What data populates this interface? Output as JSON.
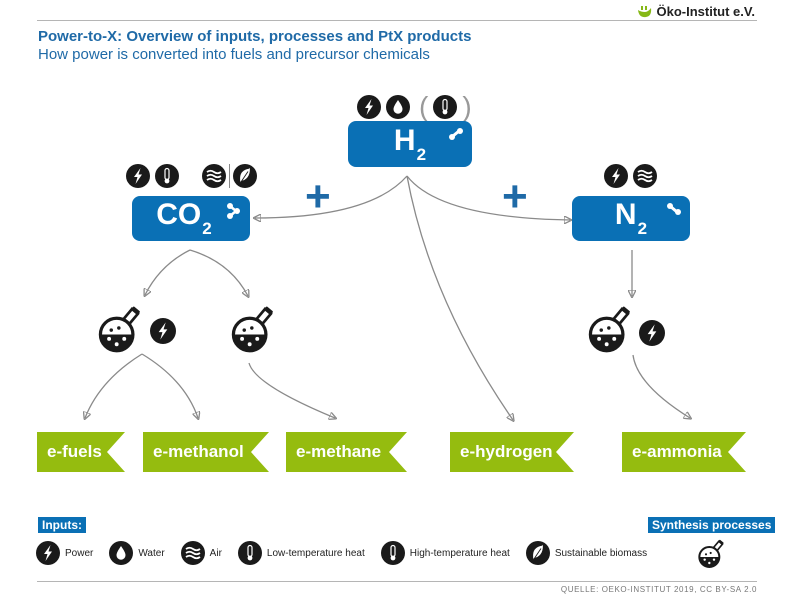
{
  "header": {
    "logo_text": "Öko-Institut e.V.",
    "title": "Power-to-X: Overview of inputs, processes and PtX products",
    "subtitle": "How power is converted into fuels and precursor chemicals"
  },
  "molecules": {
    "h2": {
      "symbol": "H",
      "subscript": "2",
      "inputs": [
        "power-icon",
        "water-icon",
        "(high-temperature-heat-icon)"
      ],
      "optional_note": "( )"
    },
    "co2": {
      "symbol": "CO",
      "subscript": "2",
      "inputs": [
        "power-icon",
        "low-temperature-heat-icon",
        "air-icon",
        "sustainable-biomass-icon"
      ]
    },
    "n2": {
      "symbol": "N",
      "subscript": "2",
      "inputs": [
        "power-icon",
        "air-icon"
      ]
    }
  },
  "operators": {
    "plus_left": "+",
    "plus_right": "+"
  },
  "products": [
    {
      "label": "e-fuels"
    },
    {
      "label": "e-methanol"
    },
    {
      "label": "e-methane"
    },
    {
      "label": "e-hydrogen"
    },
    {
      "label": "e-ammonia"
    }
  ],
  "legend": {
    "inputs_title": "Inputs:",
    "items": [
      {
        "icon": "power-icon",
        "label": "Power"
      },
      {
        "icon": "water-icon",
        "label": "Water"
      },
      {
        "icon": "air-icon",
        "label": "Air"
      },
      {
        "icon": "low-temperature-heat-icon",
        "label": "Low-temperature heat"
      },
      {
        "icon": "high-temperature-heat-icon",
        "label": "High-temperature heat"
      },
      {
        "icon": "sustainable-biomass-icon",
        "label": "Sustainable biomass"
      }
    ],
    "synthesis_title": "Synthesis processes"
  },
  "footer": {
    "source": "QUELLE: OEKO-INSTITUT 2019, CC BY-SA 2.0"
  },
  "colors": {
    "blue": "#0a70b5",
    "green": "#95bc0f",
    "arrow": "#8a8a8a",
    "icon": "#1a1a1a"
  }
}
